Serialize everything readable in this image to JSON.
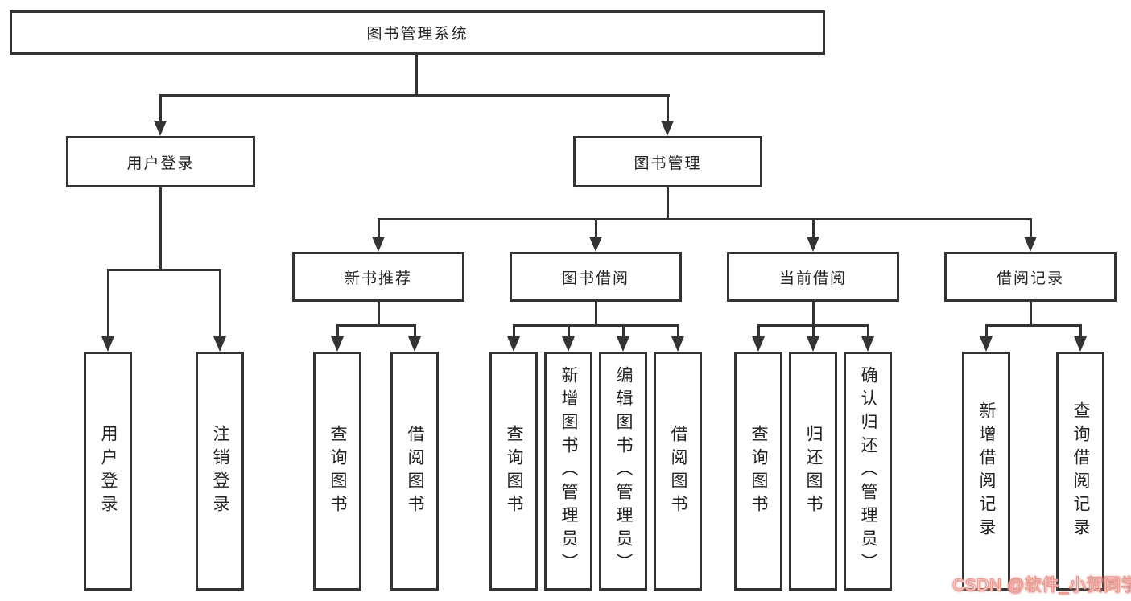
{
  "colors": {
    "line": "#333333",
    "text": "#222222",
    "background": "#ffffff",
    "watermark": "#e89a93"
  },
  "watermark": {
    "text": "CSDN @软件_小贺同学"
  },
  "tree": {
    "root": {
      "label": "图书管理系统",
      "children": [
        {
          "label": "用户登录",
          "children": [
            {
              "label": "用户登录"
            },
            {
              "label": "注销登录"
            }
          ]
        },
        {
          "label": "图书管理",
          "children": [
            {
              "label": "新书推荐",
              "children": [
                {
                  "label": "查询图书"
                },
                {
                  "label": "借阅图书"
                }
              ]
            },
            {
              "label": "图书借阅",
              "children": [
                {
                  "label": "查询图书"
                },
                {
                  "label": "新增图书（管理员）"
                },
                {
                  "label": "编辑图书（管理员）"
                },
                {
                  "label": "借阅图书"
                }
              ]
            },
            {
              "label": "当前借阅",
              "children": [
                {
                  "label": "查询图书"
                },
                {
                  "label": "归还图书"
                },
                {
                  "label": "确认归还（管理员）"
                }
              ]
            },
            {
              "label": "借阅记录",
              "children": [
                {
                  "label": "新增借阅记录"
                },
                {
                  "label": "查询借阅记录"
                }
              ]
            }
          ]
        }
      ]
    }
  }
}
